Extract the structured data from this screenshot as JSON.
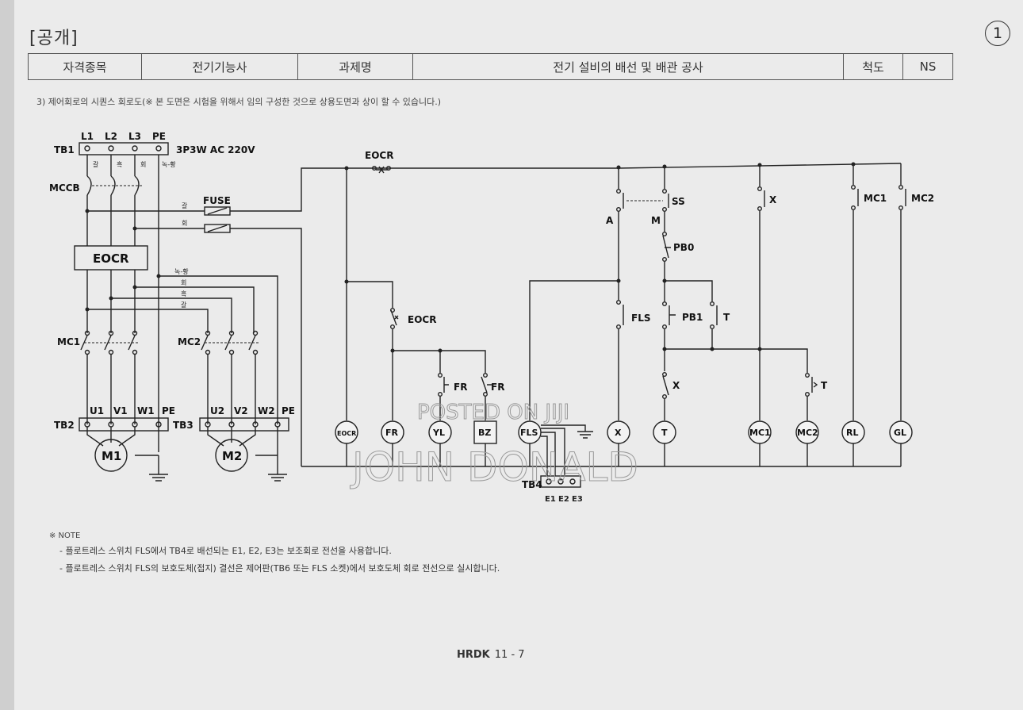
{
  "header": {
    "public_tag": "[공개]",
    "page_number": "1",
    "cells": {
      "label_qualification": "자격종목",
      "qualification": "전기기능사",
      "label_task": "과제명",
      "task": "전기 설비의 배선 및 배관 공사",
      "label_scale": "척도",
      "scale": "NS"
    }
  },
  "subtitle": "3) 제어회로의 시퀀스 회로도(※ 본 도면은 시험을 위해서 임의 구성한 것으로 상용도면과 상이 할 수 있습니다.)",
  "diagram": {
    "tb1": "TB1",
    "supply": "3P3W AC 220V",
    "terms_top": [
      "L1",
      "L2",
      "L3",
      "PE"
    ],
    "wire_colors": [
      "갈",
      "흑",
      "회",
      "녹-황"
    ],
    "mccb": "MCCB",
    "fuse": "FUSE",
    "fuse_brown": "갈",
    "fuse_gray": "회",
    "eocr_main": "EOCR",
    "bus_colors": [
      "녹-황",
      "회",
      "흑",
      "갈"
    ],
    "mc1": "MC1",
    "mc2": "MC2",
    "tb2": "TB2",
    "tb3": "TB3",
    "terms_m1": [
      "U1",
      "V1",
      "W1",
      "PE"
    ],
    "terms_m2": [
      "U2",
      "V2",
      "W2",
      "PE"
    ],
    "m1": "M1",
    "m2": "M2",
    "eocr_top": "EOCR",
    "eocr_contact": "EOCR",
    "fr_contact": "FR",
    "ss": "SS",
    "ss_a": "A",
    "ss_m": "M",
    "pb0": "PB0",
    "fls_contact": "FLS",
    "pb1": "PB1",
    "t_contact": "T",
    "x_contact": "X",
    "x_top": "X",
    "mc1_contact": "MC1",
    "mc2_contact": "MC2",
    "t_timer": "T",
    "coils": [
      "EOCR",
      "FR",
      "YL",
      "BZ",
      "FLS",
      "X",
      "T",
      "MC1",
      "MC2",
      "RL",
      "GL"
    ],
    "tb4": "TB4",
    "tb4_terms": [
      "E1",
      "E2",
      "E3"
    ]
  },
  "watermark": {
    "line1": "POSTED ON JIJI",
    "line2": "JOHN DONALD"
  },
  "notes": {
    "title": "※ NOTE",
    "lines": [
      "- 플로트레스 스위치 FLS에서 TB4로 배선되는 E1, E2, E3는 보조회로 전선을 사용합니다.",
      "- 플로트레스 스위치 FLS의 보호도체(접지) 결선은 제어판(TB6 또는 FLS 소켓)에서 보호도체 회로 전선으로 실시합니다."
    ]
  },
  "footer": {
    "brand": "HRDK",
    "page": "11 - 7"
  }
}
